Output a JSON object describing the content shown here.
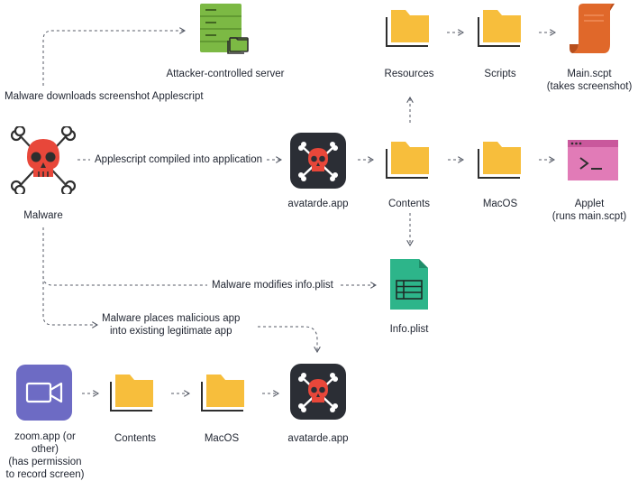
{
  "nodes": {
    "server": {
      "label": "Attacker-controlled server",
      "icon": "server-icon"
    },
    "resources": {
      "label": "Resources",
      "icon": "folder-icon"
    },
    "scripts": {
      "label": "Scripts",
      "icon": "folder-icon"
    },
    "main_scpt": {
      "label": "Main.scpt\n(takes screenshot)",
      "icon": "scroll-icon"
    },
    "malware": {
      "label": "Malware",
      "icon": "skull-crossbones-icon"
    },
    "avatarde_top": {
      "label": "avatarde.app",
      "icon": "skull-app-icon"
    },
    "contents_top": {
      "label": "Contents",
      "icon": "folder-icon"
    },
    "macos_top": {
      "label": "MacOS",
      "icon": "folder-icon"
    },
    "applet": {
      "label": "Applet\n(runs main.scpt)",
      "icon": "terminal-icon"
    },
    "info_plist": {
      "label": "Info.plist",
      "icon": "spreadsheet-icon"
    },
    "zoom": {
      "label": "zoom.app (or other)\n(has permission\nto record screen)",
      "icon": "video-camera-icon"
    },
    "contents_bottom": {
      "label": "Contents",
      "icon": "folder-icon"
    },
    "macos_bottom": {
      "label": "MacOS",
      "icon": "folder-icon"
    },
    "avatarde_bottom": {
      "label": "avatarde.app",
      "icon": "skull-app-icon"
    }
  },
  "edges": {
    "downloads": "Malware downloads screenshot Applescript",
    "compiled": "Applescript compiled into application",
    "modifies": "Malware modifies info.plist",
    "places": "Malware places malicious app\ninto existing legitimate app"
  },
  "colors": {
    "folder": "#F7BE3C",
    "server": "#7CB944",
    "skull": "#E8473A",
    "app_bg": "#2B2E35",
    "scroll": "#E0682A",
    "terminal": "#E17BB7",
    "sheet": "#2DB58A",
    "zoom": "#6D6BC4",
    "wire": "#555a66"
  }
}
